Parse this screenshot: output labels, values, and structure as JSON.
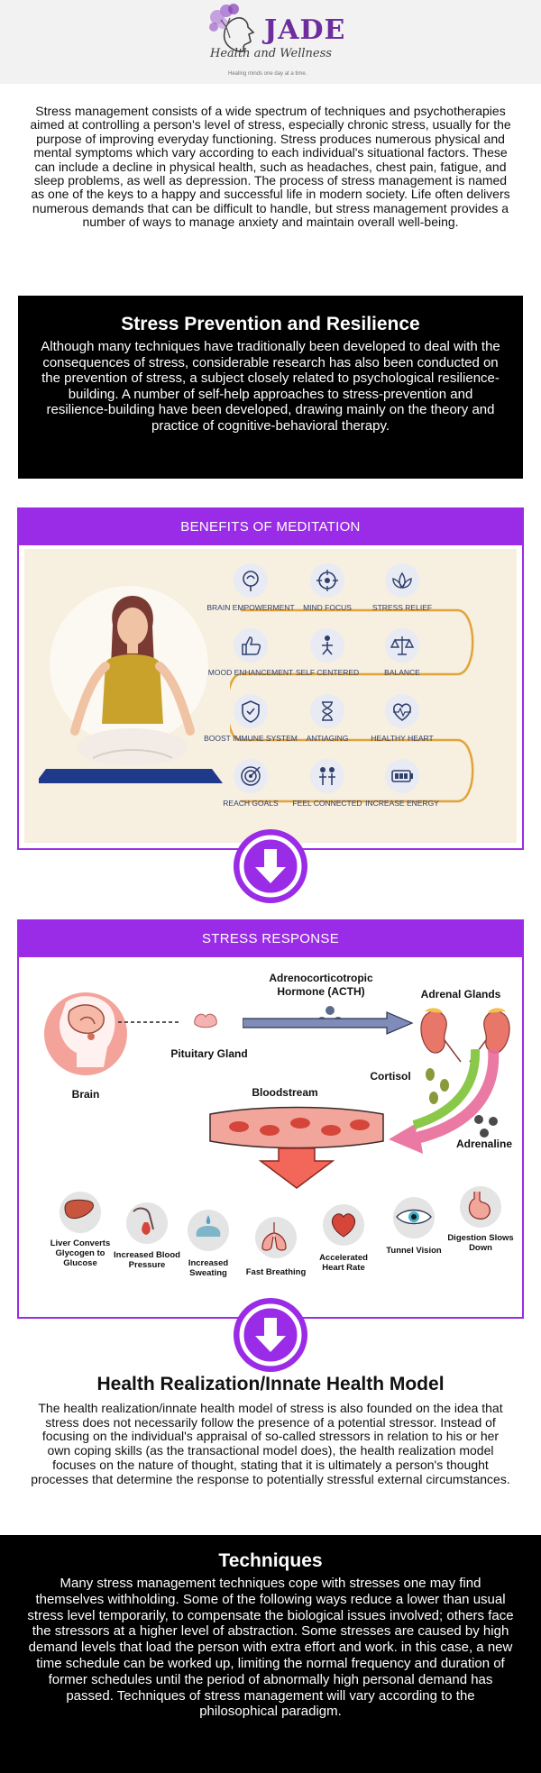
{
  "logo": {
    "brand": "JADE",
    "script": "Health and Wellness",
    "tagline": "Healing minds one day at a time."
  },
  "intro": {
    "text": "Stress management consists of a wide spectrum of techniques and psychotherapies aimed at controlling a person's level of stress, especially chronic stress, usually for the purpose of improving everyday functioning. Stress produces numerous physical and mental symptoms which vary according to each individual's situational factors. These can include a decline in physical health, such as headaches, chest pain, fatigue, and sleep problems, as well as depression. The process of stress management is named as one of the keys to a happy and successful life in modern society. Life often delivers numerous demands that can be difficult to handle, but stress management provides a number of ways to manage anxiety and maintain overall well-being."
  },
  "prevention": {
    "title": "Stress Prevention and Resilience",
    "text": "Although many techniques have traditionally been developed to deal with the consequences of stress, considerable research has also been conducted on the prevention of stress, a subject closely related to psychological resilience-building. A number of self-help approaches to stress-prevention and resilience-building have been developed, drawing mainly on the theory and practice of cognitive-behavioral therapy."
  },
  "meditation": {
    "title": "BENEFITS OF MEDITATION",
    "items": [
      {
        "label": "BRAIN EMPOWERMENT",
        "icon": "brain-icon"
      },
      {
        "label": "MIND FOCUS",
        "icon": "target-icon"
      },
      {
        "label": "STRESS RELIEF",
        "icon": "lotus-icon"
      },
      {
        "label": "MOOD ENHANCEMENT",
        "icon": "thumbs-up-icon"
      },
      {
        "label": "SELF CENTERED",
        "icon": "person-icon"
      },
      {
        "label": "BALANCE",
        "icon": "scale-icon"
      },
      {
        "label": "BOOST IMMUNE SYSTEM",
        "icon": "shield-icon"
      },
      {
        "label": "ANTIAGING",
        "icon": "hourglass-icon"
      },
      {
        "label": "HEALTHY HEART",
        "icon": "heart-icon"
      },
      {
        "label": "REACH GOALS",
        "icon": "goal-target-icon"
      },
      {
        "label": "FEEL CONNECTED",
        "icon": "people-icon"
      },
      {
        "label": "INCREASE ENERGY",
        "icon": "battery-icon"
      }
    ]
  },
  "stress_response": {
    "title": "STRESS RESPONSE",
    "acth": "Adrenocorticotropic Hormone (ACTH)",
    "adrenal": "Adrenal Glands",
    "pituitary": "Pituitary Gland",
    "brain": "Brain",
    "cortisol": "Cortisol",
    "bloodstream": "Bloodstream",
    "adrenaline": "Adrenaline",
    "outcomes": [
      {
        "label": "Liver Converts Glycogen to Glucose",
        "icon": "liver-icon"
      },
      {
        "label": "Increased Blood Pressure",
        "icon": "blood-pressure-icon"
      },
      {
        "label": "Increased Sweating",
        "icon": "sweat-icon"
      },
      {
        "label": "Fast Breathing",
        "icon": "lungs-icon"
      },
      {
        "label": "Accelerated Heart Rate",
        "icon": "heart-organ-icon"
      },
      {
        "label": "Tunnel Vision",
        "icon": "eye-icon"
      },
      {
        "label": "Digestion Slows Down",
        "icon": "stomach-icon"
      }
    ]
  },
  "health_realization": {
    "title": "Health Realization/Innate Health Model",
    "text": "The health realization/innate health model of stress is also founded on the idea that stress does not necessarily follow the presence of a potential stressor. Instead of focusing on the individual's appraisal of so-called stressors in relation to his or her own coping skills (as the transactional model does), the health realization model focuses on the nature of thought, stating that it is ultimately a person's thought processes that determine the response to potentially stressful external circumstances."
  },
  "techniques": {
    "title": "Techniques",
    "text": "Many stress management techniques cope with stresses one may find themselves withholding. Some of the following ways reduce a lower than usual stress level temporarily, to compensate the biological issues involved; others face the stressors at a higher level of abstraction. Some stresses are caused by high demand levels that load the person with extra effort and work. in this case, a new time schedule can be worked up, limiting the normal frequency and duration of former schedules until the period of abnormally high personal demand has passed. Techniques of stress management will vary according to the philosophical paradigm."
  },
  "colors": {
    "accent": "#9a2be6",
    "brand": "#6d2d9e",
    "meditation_bg": "#f7efe0",
    "line_gold": "#e0a43a",
    "icon_navy": "#2f3f6e"
  }
}
